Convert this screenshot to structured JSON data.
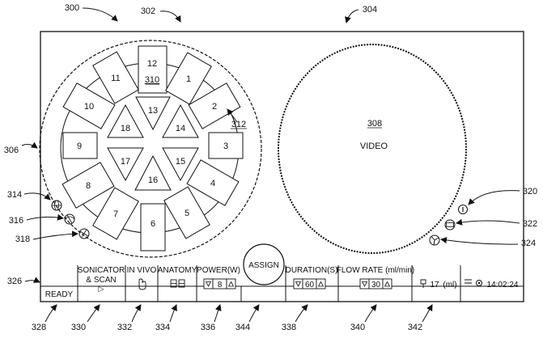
{
  "figure": {
    "refs": {
      "r300": "300",
      "r302": "302",
      "r304": "304",
      "r306": "306",
      "r308": "308",
      "r310": "310",
      "r312": "312",
      "r314": "314",
      "r316": "316",
      "r318": "318",
      "r320": "320",
      "r322": "322",
      "r324": "324",
      "r326": "326",
      "r328": "328",
      "r330": "330",
      "r332": "332",
      "r334": "334",
      "r336": "336",
      "r344": "344",
      "r338": "338",
      "r340": "340",
      "r342": "342"
    },
    "transducer_ring": {
      "tiles": [
        "1",
        "2",
        "3",
        "4",
        "5",
        "6",
        "7",
        "8",
        "9",
        "10",
        "11",
        "12"
      ],
      "triangles": [
        "13",
        "14",
        "15",
        "16",
        "17",
        "18"
      ]
    },
    "video_panel": {
      "label": "VIDEO"
    },
    "toolbar": {
      "ready": "READY",
      "sonicator_line1": "SONICATOR",
      "sonicator_line2": "& SCAN",
      "sonicator_glyph": "▷",
      "invivo": "IN VIVO",
      "anatomy": "ANATOMY",
      "power_label": "POWER(W)",
      "power_value": "8",
      "assign": "ASSIGN",
      "duration_label": "DURATION(S)",
      "duration_value": "60",
      "flow_label": "FLOW RATE (ml/min)",
      "flow_value": "30",
      "volume_value": "17",
      "volume_unit": "(ml)",
      "time": "14:02:24"
    },
    "icons": {
      "left_side": [
        "globe-icon",
        "sphere-icon",
        "sphere-mesh-icon"
      ],
      "right_side": [
        "info-icon",
        "camera-icon",
        "fan-icon"
      ],
      "toolbar": [
        "hand-icon",
        "anatomy-icon",
        "menu-icon",
        "settings-icon",
        "syringe-icon"
      ]
    }
  }
}
